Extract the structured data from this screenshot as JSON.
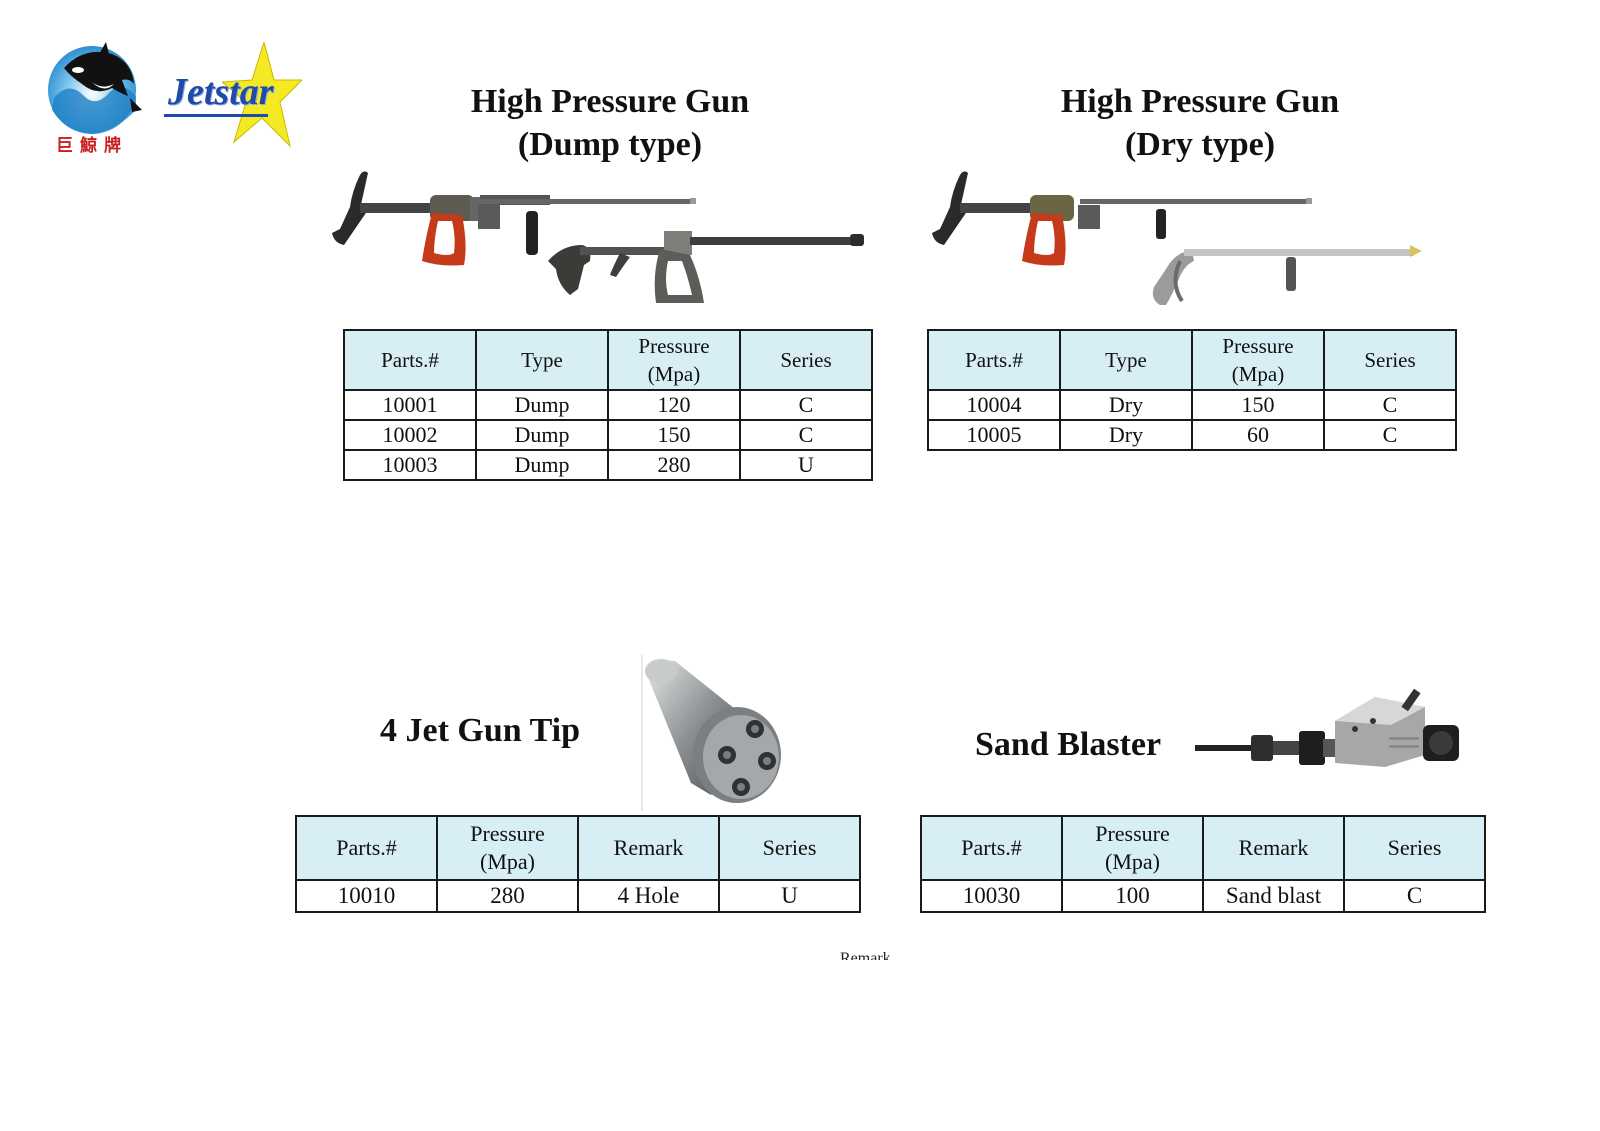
{
  "brand": {
    "logo_text": "Jetstar",
    "chinese_text": "巨鯨牌"
  },
  "colors": {
    "table_header_bg": "#d7eef4",
    "border": "#1a1a1a",
    "logo_blue": "#1e4aa8",
    "star_yellow": "#f3ea24"
  },
  "sections": {
    "dump_gun": {
      "title_line1": "High Pressure Gun",
      "title_line2": "(Dump type)",
      "table": {
        "headers": [
          "Parts.#",
          "Type",
          "Pressure",
          "(Mpa)",
          "Series"
        ],
        "rows": [
          [
            "10001",
            "Dump",
            "120",
            "C"
          ],
          [
            "10002",
            "Dump",
            "150",
            "C"
          ],
          [
            "10003",
            "Dump",
            "280",
            "U"
          ]
        ]
      }
    },
    "dry_gun": {
      "title_line1": "High Pressure Gun",
      "title_line2": "(Dry type)",
      "table": {
        "headers": [
          "Parts.#",
          "Type",
          "Pressure",
          "(Mpa)",
          "Series"
        ],
        "rows": [
          [
            "10004",
            "Dry",
            "150",
            "C"
          ],
          [
            "10005",
            "Dry",
            "60",
            "C"
          ]
        ]
      }
    },
    "jet_tip": {
      "title": "4 Jet Gun Tip",
      "table": {
        "headers": [
          "Parts.#",
          "Pressure",
          "(Mpa)",
          "Remark",
          "Series"
        ],
        "rows": [
          [
            "10010",
            "280",
            "4 Hole",
            "U"
          ]
        ]
      }
    },
    "sand_blaster": {
      "title": "Sand Blaster",
      "table": {
        "headers": [
          "Parts.#",
          "Pressure",
          "(Mpa)",
          "Remark",
          "Series"
        ],
        "rows": [
          [
            "10030",
            "100",
            "Sand blast",
            "C"
          ]
        ]
      }
    }
  },
  "footer_fragment": "Remark"
}
